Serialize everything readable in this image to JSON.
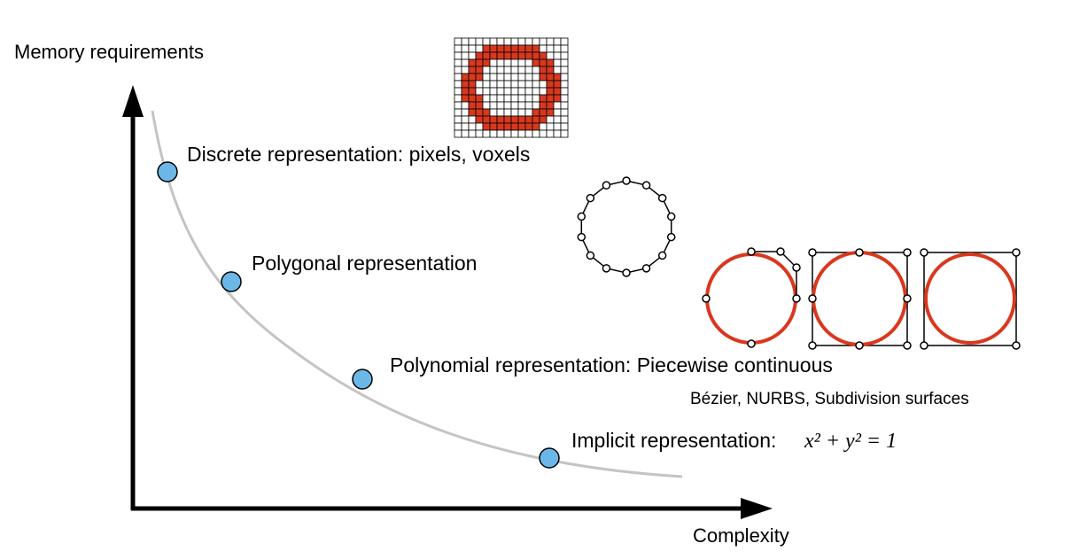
{
  "axes": {
    "y_label": "Memory requirements",
    "x_label": "Complexity"
  },
  "points": [
    {
      "label": "Discrete representation: pixels, voxels"
    },
    {
      "label": "Polygonal representation"
    },
    {
      "label": "Polynomial representation: Piecewise continuous",
      "sublabel": "Bézier, NURBS, Subdivision surfaces"
    },
    {
      "label": "Implicit representation:",
      "formula": "x² + y² = 1"
    }
  ],
  "colors": {
    "point_fill": "#6BB8E8",
    "curve": "#c4c4c4",
    "circle_red": "#d9381e",
    "axis": "#000000"
  }
}
